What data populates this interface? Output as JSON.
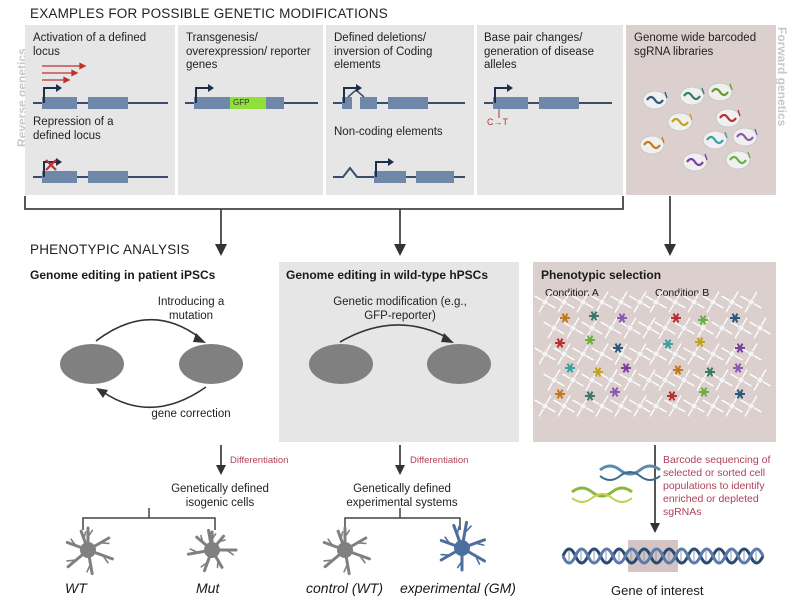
{
  "header": "EXAMPLES FOR POSSIBLE GENETIC MODIFICATIONS",
  "side_labels": {
    "left": "Reverse genetics",
    "right": "Forward genetics"
  },
  "panels": {
    "activation": "Activation of a defined locus",
    "repression": "Repression of a defined locus",
    "transgenesis": "Transgenesis/ overexpression/ reporter genes",
    "gfp": "GFP",
    "deletions": "Defined deletions/ inversion of Coding elements",
    "noncoding": "Non-coding elements",
    "basepair": "Base pair changes/ generation of disease alleles",
    "basepair_change": "C→T",
    "libraries": "Genome wide barcoded sgRNA libraries"
  },
  "analysis_header": "PHENOTYPIC ANALYSIS",
  "col1": {
    "title": "Genome editing in patient iPSCs",
    "top_label": "Introducing a mutation",
    "bottom_label": "gene correction",
    "diff": "Differentiation",
    "result": "Genetically defined isogenic cells",
    "cell_left": "WT",
    "cell_right": "Mut"
  },
  "col2": {
    "title": "Genome editing in wild-type hPSCs",
    "top_label": "Genetic modification (e.g., GFP-reporter)",
    "diff": "Differentiation",
    "result": "Genetically defined experimental systems",
    "cell_left": "control (WT)",
    "cell_right": "experimental (GM)"
  },
  "col3": {
    "title": "Phenotypic selection",
    "cond_a": "Condition A",
    "cond_b": "Condition B",
    "barcode_text": "Barcode sequencing of selected or sorted cell populations to identify enriched or depleted sgRNAs",
    "gene": "Gene of interest"
  },
  "colors": {
    "gene_block": "#6f87a8",
    "line": "#3a4d6b",
    "arrow": "#1e2f4a",
    "red": "#c03030",
    "gfp": "#8fe03a",
    "accent_text": "#b0405a",
    "cell_grey": "#808080",
    "cell_blue": "#4d6f9e"
  }
}
